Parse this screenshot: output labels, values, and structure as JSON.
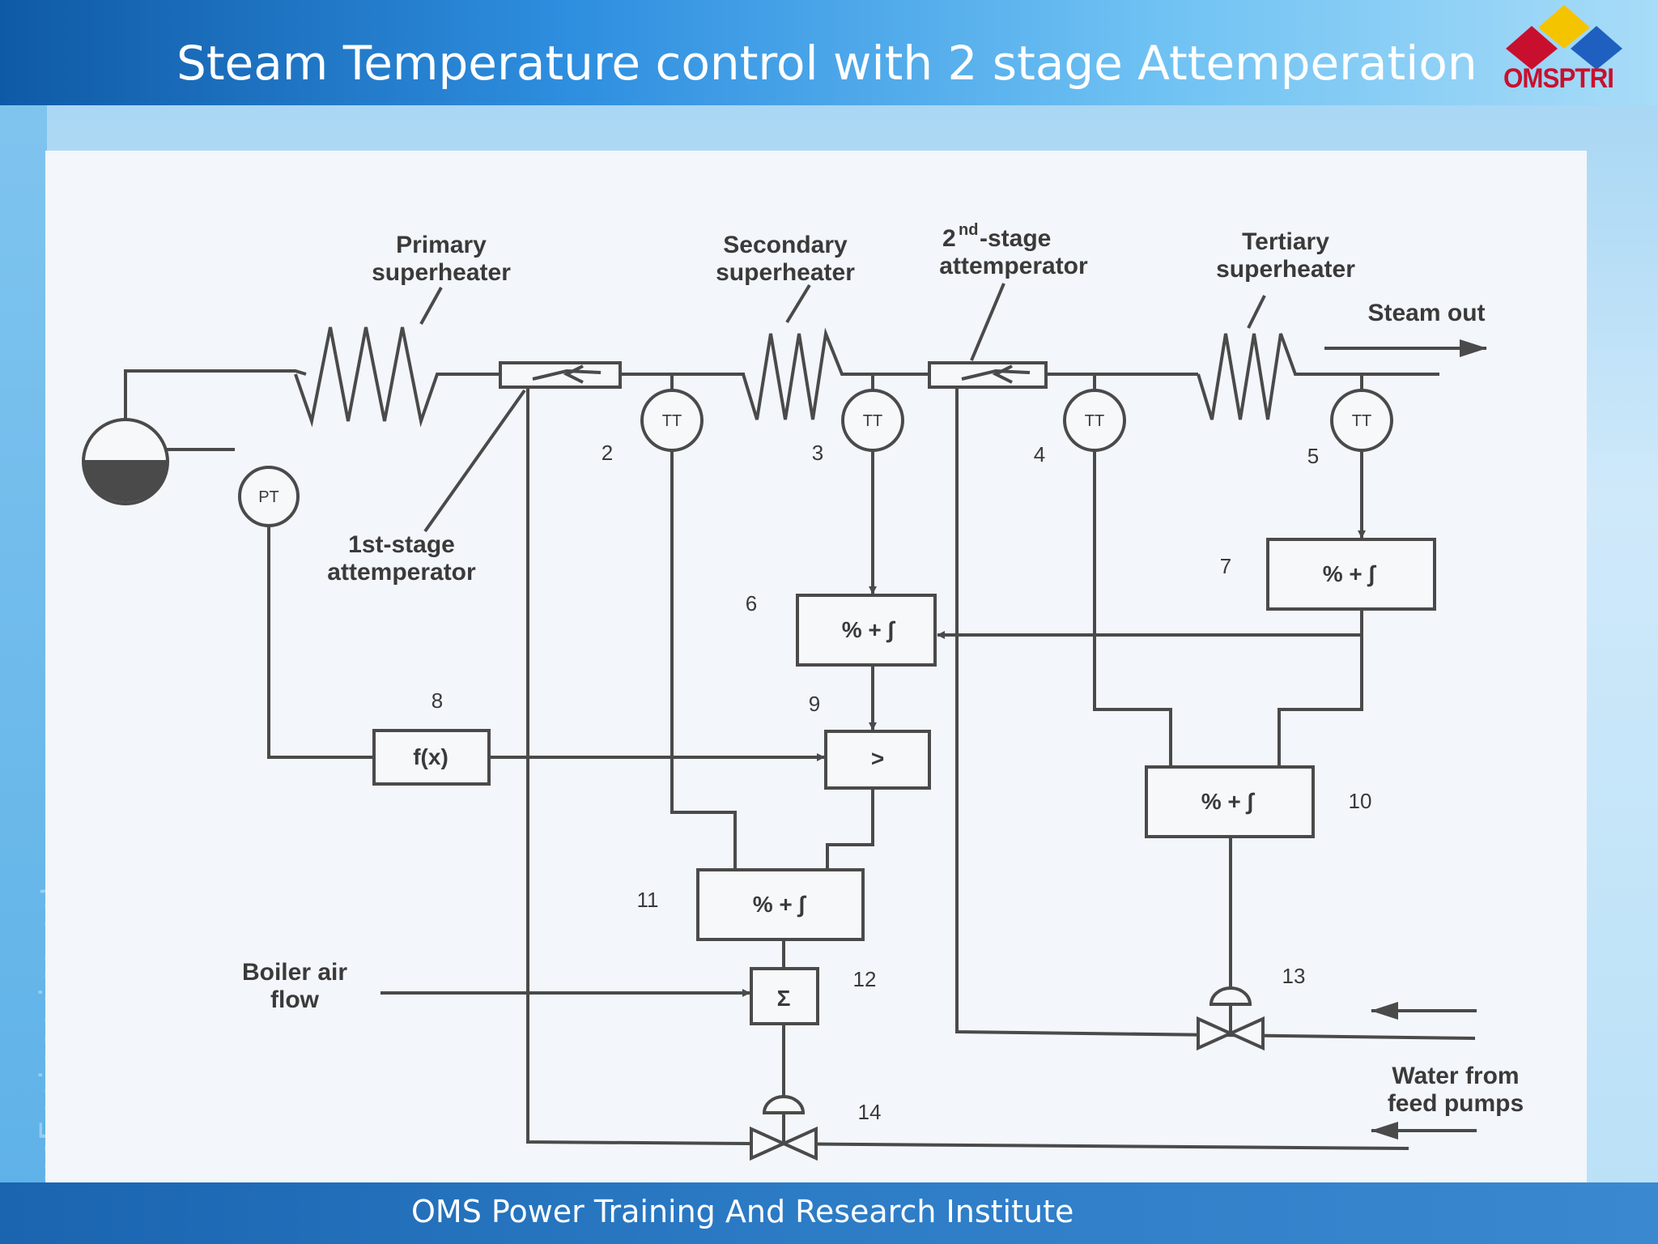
{
  "slide": {
    "title": "Steam Temperature control with 2 stage Attemperation",
    "logo_text": "OMSPTRI",
    "footer": "OMS Power Training And Research Institute",
    "watermark": "OmsEngineering.net"
  },
  "diagram": {
    "labels": {
      "primary_superheater": [
        "Primary",
        "superheater"
      ],
      "secondary_superheater": [
        "Secondary",
        "superheater"
      ],
      "second_stage_attemperator": [
        "2",
        "nd",
        "-stage",
        "attemperator"
      ],
      "tertiary_superheater": [
        "Tertiary",
        "superheater"
      ],
      "steam_out": "Steam out",
      "first_stage_attemperator": [
        "1st-stage",
        "attemperator"
      ],
      "boiler_air_flow": [
        "Boiler air",
        "flow"
      ],
      "water_from_feed_pumps": [
        "Water from",
        "feed pumps"
      ]
    },
    "instruments": {
      "pt": "PT",
      "tt": "TT"
    },
    "blocks": {
      "pi": "% + ∫",
      "fx": "f(x)",
      "high_select": ">",
      "summer": "Σ"
    },
    "numbers": [
      "2",
      "3",
      "4",
      "5",
      "6",
      "7",
      "8",
      "9",
      "10",
      "11",
      "12",
      "13",
      "14"
    ]
  },
  "colors": {
    "header_dark": "#0f5aa6",
    "footer": "#2d7cc6",
    "logo_red": "#c8102e",
    "logo_yellow": "#f5c400",
    "logo_blue": "#1f5fbf",
    "diagram_line": "#4a4a4a"
  }
}
